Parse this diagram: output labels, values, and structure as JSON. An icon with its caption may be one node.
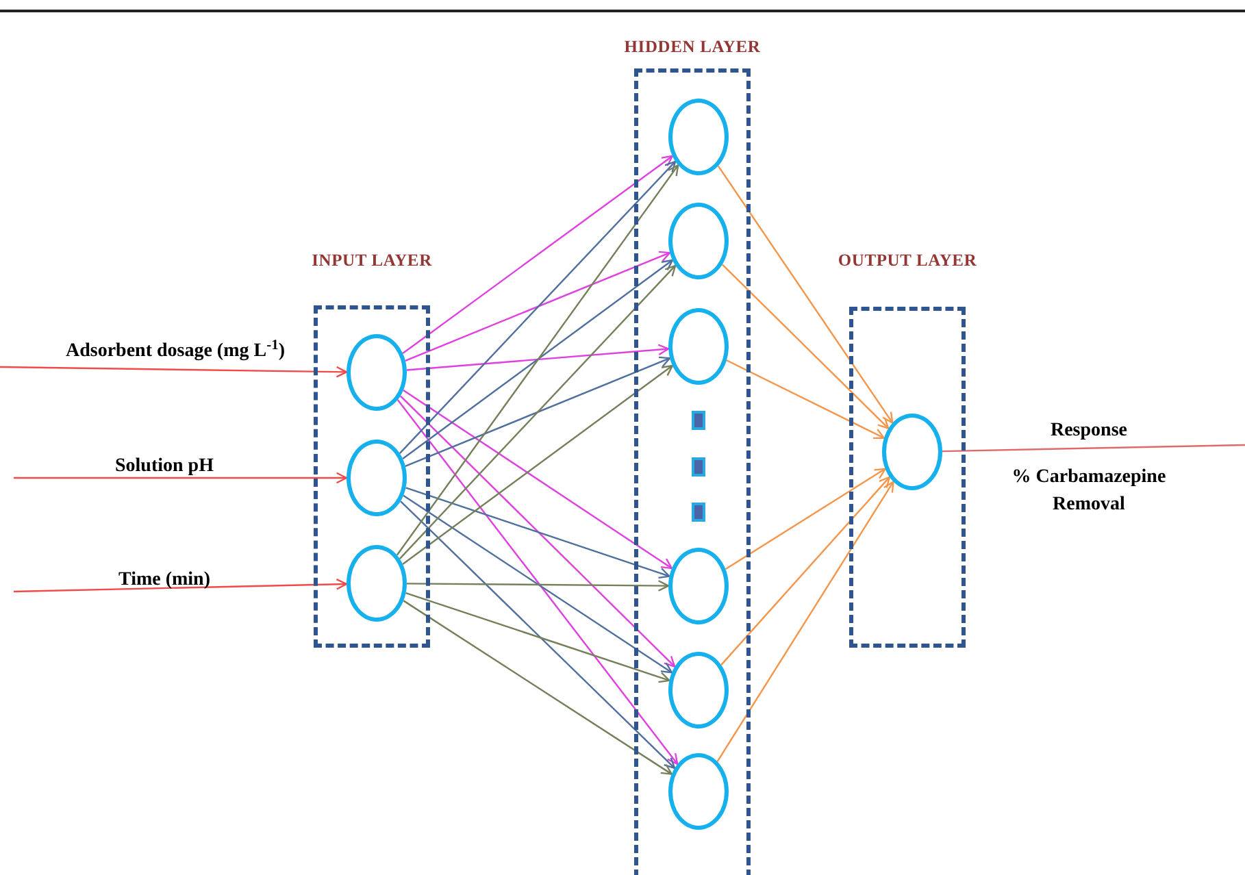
{
  "diagram": {
    "nodes": [
      {
        "text": [
          "INPUT LAYER"
        ]
      },
      {
        "text": [
          "HIDDEN LAYER"
        ]
      },
      {
        "text": [
          "OUTPUT LAYER"
        ]
      },
      {
        "text": [],
        "shape": "circle",
        "in": 0
      },
      {
        "text": [],
        "shape": "circle",
        "in": 0
      },
      {
        "text": [],
        "shape": "circle",
        "in": 0
      },
      {
        "text": [],
        "shape": "circle",
        "in": 1
      },
      {
        "text": [],
        "shape": "circle",
        "in": 1
      },
      {
        "text": [],
        "shape": "circle",
        "in": 1
      },
      {
        "text": [],
        "shape": "circle",
        "in": 1
      },
      {
        "text": [],
        "shape": "circle",
        "in": 1
      },
      {
        "text": [],
        "shape": "circle",
        "in": 1
      },
      {
        "text": [],
        "shape": "circle",
        "in": 2
      }
    ],
    "edges": [
      {
        "from": null,
        "to": 3,
        "arrow": "to",
        "label": "Adsorbent dosage (mg L$^{-1}$)",
        "color": "#f04a4a"
      },
      {
        "from": null,
        "to": 4,
        "arrow": "to",
        "label": "Solution pH",
        "color": "#f04a4a"
      },
      {
        "from": null,
        "to": 5,
        "arrow": "to",
        "label": "Time (min)",
        "color": "#f04a4a"
      },
      {
        "from": 3,
        "to": 6,
        "arrow": "to",
        "color": "#e040e0"
      },
      {
        "from": 3,
        "to": 7,
        "arrow": "to",
        "color": "#e040e0"
      },
      {
        "from": 3,
        "to": 8,
        "arrow": "to",
        "color": "#e040e0"
      },
      {
        "from": 3,
        "to": 9,
        "arrow": "to",
        "color": "#e040e0"
      },
      {
        "from": 3,
        "to": 10,
        "arrow": "to",
        "color": "#e040e0"
      },
      {
        "from": 3,
        "to": 11,
        "arrow": "to",
        "color": "#e040e0"
      },
      {
        "from": 4,
        "to": 6,
        "arrow": "to",
        "color": "#4f6f9f"
      },
      {
        "from": 4,
        "to": 7,
        "arrow": "to",
        "color": "#4f6f9f"
      },
      {
        "from": 4,
        "to": 8,
        "arrow": "to",
        "color": "#4f6f9f"
      },
      {
        "from": 4,
        "to": 9,
        "arrow": "to",
        "color": "#4f6f9f"
      },
      {
        "from": 4,
        "to": 10,
        "arrow": "to",
        "color": "#4f6f9f"
      },
      {
        "from": 4,
        "to": 11,
        "arrow": "to",
        "color": "#4f6f9f"
      },
      {
        "from": 5,
        "to": 6,
        "arrow": "to",
        "color": "#74805a"
      },
      {
        "from": 5,
        "to": 7,
        "arrow": "to",
        "color": "#74805a"
      },
      {
        "from": 5,
        "to": 8,
        "arrow": "to",
        "color": "#74805a"
      },
      {
        "from": 5,
        "to": 9,
        "arrow": "to",
        "color": "#74805a"
      },
      {
        "from": 5,
        "to": 10,
        "arrow": "to",
        "color": "#74805a"
      },
      {
        "from": 5,
        "to": 11,
        "arrow": "to",
        "color": "#74805a"
      },
      {
        "from": 6,
        "to": 12,
        "arrow": "to",
        "color": "#f5954a"
      },
      {
        "from": 7,
        "to": 12,
        "arrow": "to",
        "color": "#f5954a"
      },
      {
        "from": 8,
        "to": 12,
        "arrow": "to",
        "color": "#f5954a"
      },
      {
        "from": 9,
        "to": 12,
        "arrow": "to",
        "color": "#f5954a"
      },
      {
        "from": 10,
        "to": 12,
        "arrow": "to",
        "color": "#f5954a"
      },
      {
        "from": 11,
        "to": 12,
        "arrow": "to",
        "color": "#f5954a"
      },
      {
        "from": 12,
        "to": null,
        "arrow": "none",
        "label": "Response",
        "color": "#e06a6a"
      }
    ],
    "labels": [
      "% Carbamazepine Removal"
    ]
  }
}
